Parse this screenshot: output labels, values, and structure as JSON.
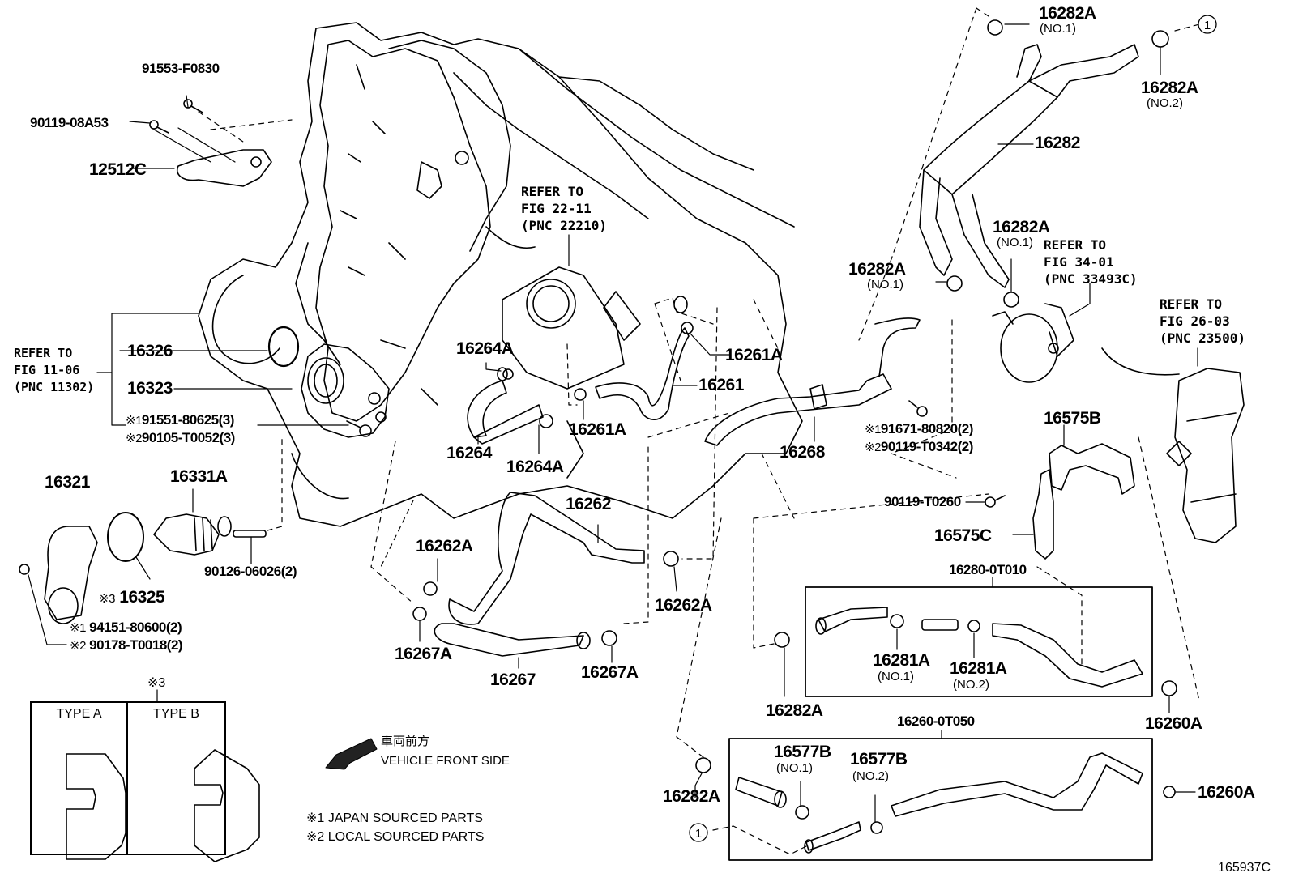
{
  "diagram": {
    "title": "Engine Water Hose / Thermostat Parts Diagram",
    "figure_code": "165937C",
    "parts": {
      "p91553F0830": "91553-F0830",
      "p9011908A53": "90119-08A53",
      "p12512C": "12512C",
      "p16326": "16326",
      "p16323": "16323",
      "p9155180625": "91551-80625(3)",
      "p90105T0052": "90105-T0052(3)",
      "p16321": "16321",
      "p16331A": "16331A",
      "p16325": "16325",
      "p9012606026": "90126-06026(2)",
      "p9415180600": "94151-80600(2)",
      "p90178T0018": "90178-T0018(2)",
      "p16264A_1": "16264A",
      "p16264": "16264",
      "p16264A_2": "16264A",
      "p16261A_1": "16261A",
      "p16261": "16261",
      "p16261A_2": "16261A",
      "p16262": "16262",
      "p16262A_1": "16262A",
      "p16262A_2": "16262A",
      "p16267A_1": "16267A",
      "p16267": "16267",
      "p16267A_2": "16267A",
      "p16268": "16268",
      "p9167180820": "91671-80820(2)",
      "p90119T0342": "90119-T0342(2)",
      "p16282A_top1": "16282A",
      "p16282A_top2": "16282A",
      "p16282": "16282",
      "p16282A_mid1": "16282A",
      "p16282A_mid2": "16282A",
      "p16575B": "16575B",
      "p90119T0260": "90119-T0260",
      "p16575C": "16575C",
      "p162800T010": "16280-0T010",
      "p16281A_1": "16281A",
      "p16281A_2": "16281A",
      "p16282A_low1": "16282A",
      "p16260A_1": "16260A",
      "p162600T050": "16260-0T050",
      "p16577B_1": "16577B",
      "p16577B_2": "16577B",
      "p16282A_low2": "16282A",
      "p16260A_2": "16260A"
    },
    "sublabels": {
      "no1": "(NO.1)",
      "no2": "(NO.2)"
    },
    "marks": {
      "m1": "※1",
      "m2": "※2",
      "m3": "※3",
      "circle1": "1"
    },
    "references": {
      "fig1106": "REFER TO\nFIG 11-06\n(PNC 11302)",
      "fig2211": "REFER TO\nFIG 22-11\n(PNC 22210)",
      "fig3401": "REFER TO\nFIG 34-01\n(PNC 33493C)",
      "fig2603": "REFER TO\nFIG 26-03\n(PNC 23500)"
    },
    "type_table": {
      "header_mark": "※3",
      "type_a": "TYPE  A",
      "type_b": "TYPE  B"
    },
    "direction": {
      "jp": "車両前方",
      "en": "VEHICLE FRONT SIDE"
    },
    "legend": {
      "l1": "※1 JAPAN SOURCED PARTS",
      "l2": "※2 LOCAL SOURCED PARTS"
    }
  }
}
